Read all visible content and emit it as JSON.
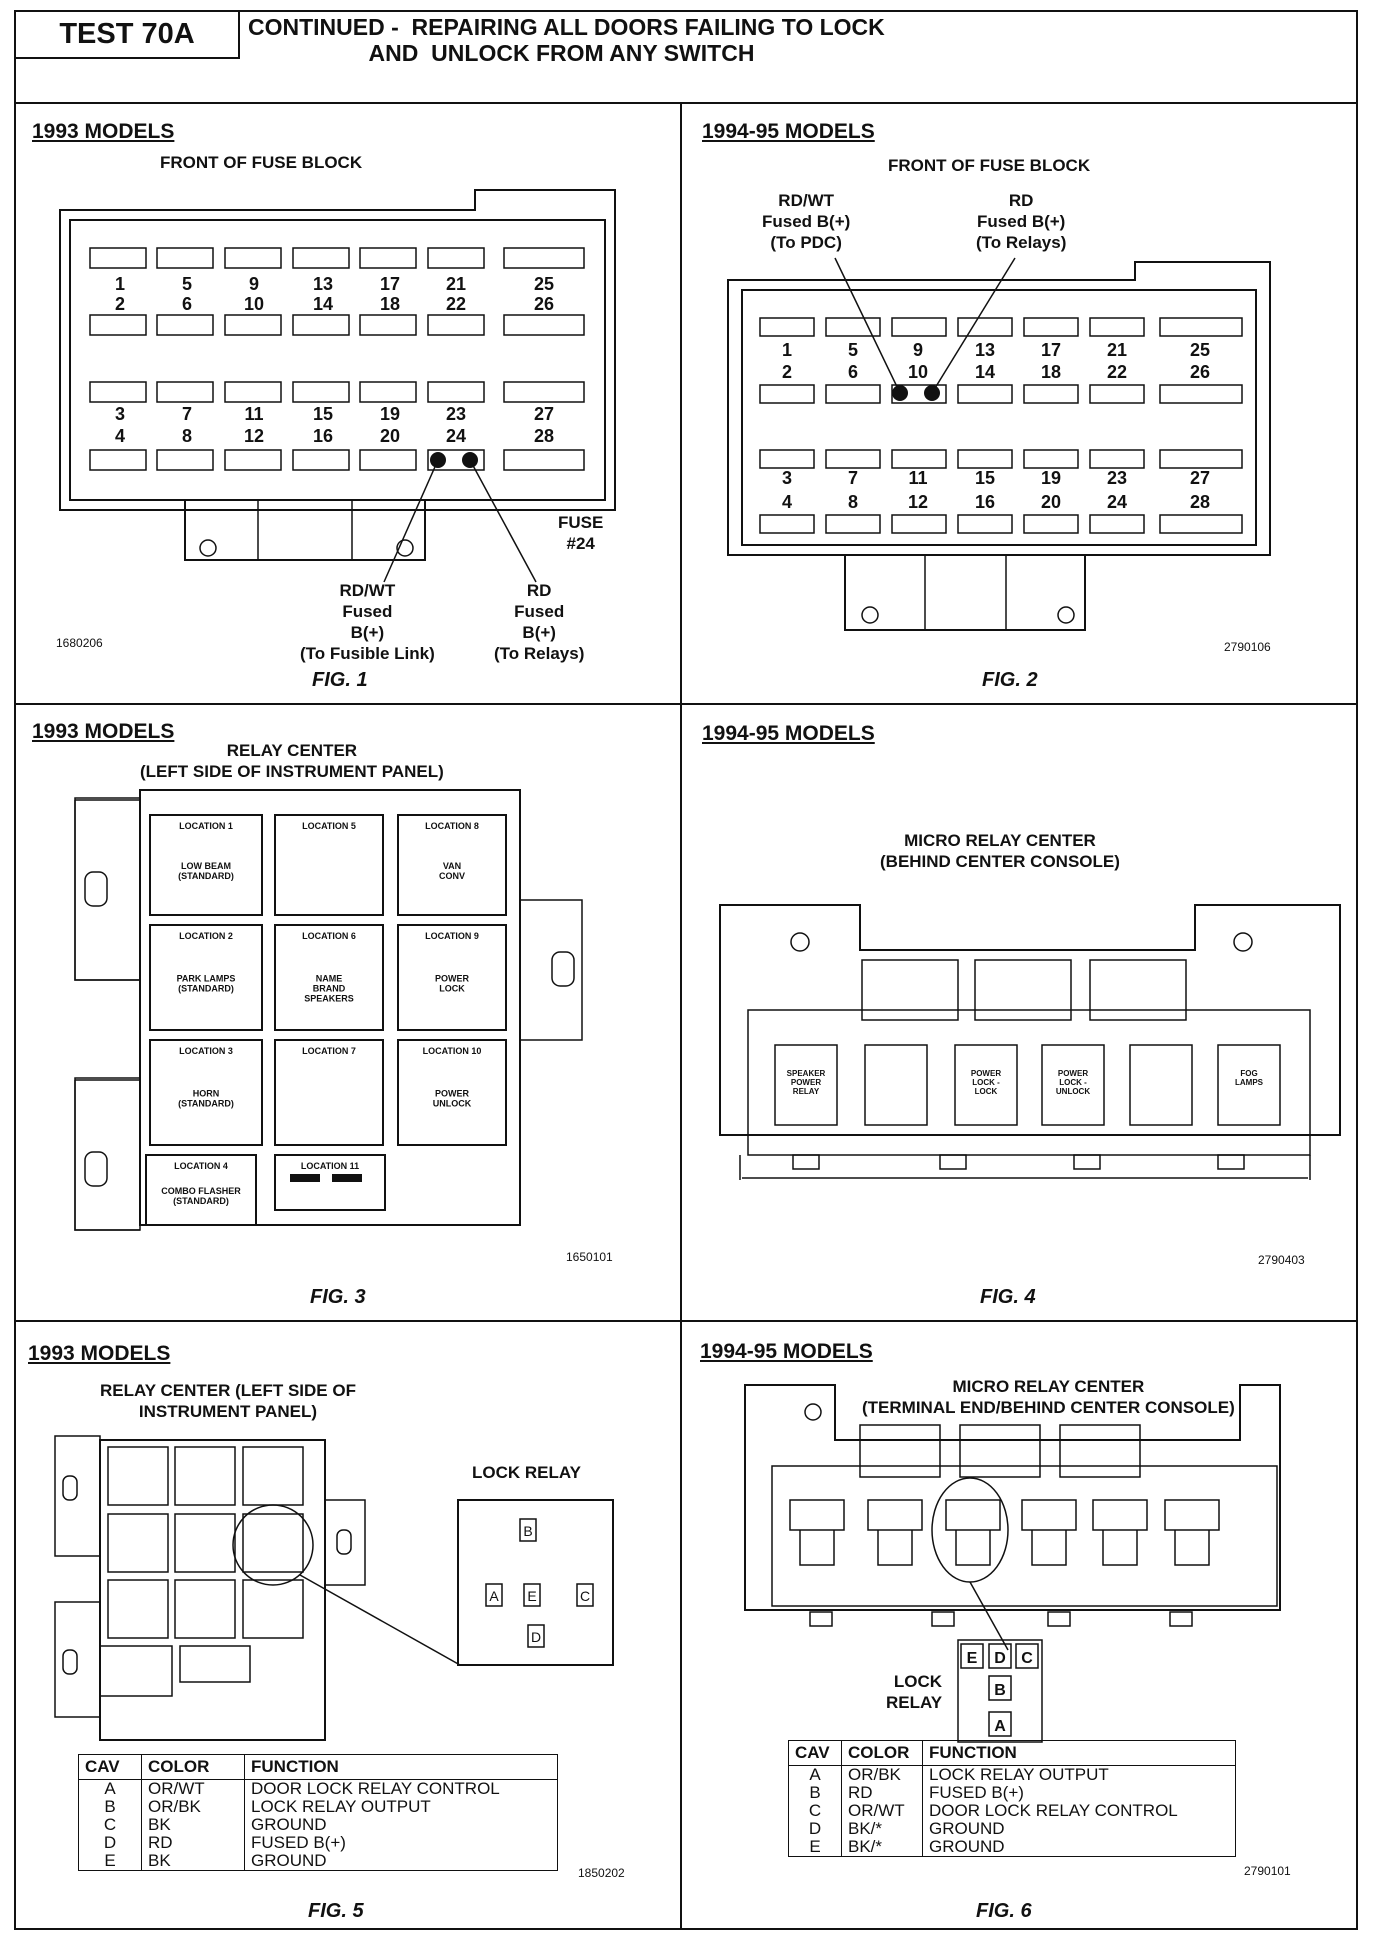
{
  "header": {
    "test": "TEST 70A",
    "title": "CONTINUED -  REPAIRING ALL DOORS FAILING TO LOCK\n                   AND  UNLOCK FROM ANY SWITCH"
  },
  "fig1": {
    "section": "1993 MODELS",
    "subtitle": "FRONT OF FUSE BLOCK",
    "fuse_rows": [
      [
        "1",
        "5",
        "9",
        "13",
        "17",
        "21",
        "25"
      ],
      [
        "2",
        "6",
        "10",
        "14",
        "18",
        "22",
        "26"
      ],
      [
        "3",
        "7",
        "11",
        "15",
        "19",
        "23",
        "27"
      ],
      [
        "4",
        "8",
        "12",
        "16",
        "20",
        "24",
        "28"
      ]
    ],
    "fuse_label": "FUSE\n#24",
    "wire_left": "RD/WT\nFused\nB(+)\n(To Fusible Link)",
    "wire_right": "RD\nFused\nB(+)\n(To Relays)",
    "code": "1680206",
    "caption": "FIG. 1"
  },
  "fig2": {
    "section": "1994-95 MODELS",
    "subtitle": "FRONT OF FUSE BLOCK",
    "wire_left": "RD/WT\nFused B(+)\n(To PDC)",
    "wire_right": "RD\nFused B(+)\n(To Relays)",
    "fuse_rows": [
      [
        "1",
        "5",
        "9",
        "13",
        "17",
        "21",
        "25"
      ],
      [
        "2",
        "6",
        "10",
        "14",
        "18",
        "22",
        "26"
      ],
      [
        "3",
        "7",
        "11",
        "15",
        "19",
        "23",
        "27"
      ],
      [
        "4",
        "8",
        "12",
        "16",
        "20",
        "24",
        "28"
      ]
    ],
    "code": "2790106",
    "caption": "FIG. 2"
  },
  "fig3": {
    "section": "1993 MODELS",
    "subtitle": "RELAY CENTER\n(LEFT SIDE OF INSTRUMENT PANEL)",
    "locations": [
      {
        "head": "LOCATION 1",
        "text": "LOW BEAM\n(STANDARD)"
      },
      {
        "head": "LOCATION 5",
        "text": ""
      },
      {
        "head": "LOCATION 8",
        "text": "VAN\nCONV"
      },
      {
        "head": "LOCATION 2",
        "text": "PARK LAMPS\n(STANDARD)"
      },
      {
        "head": "LOCATION 6",
        "text": "NAME\nBRAND\nSPEAKERS"
      },
      {
        "head": "LOCATION 9",
        "text": "POWER\nLOCK"
      },
      {
        "head": "LOCATION 3",
        "text": "HORN\n(STANDARD)"
      },
      {
        "head": "LOCATION 7",
        "text": ""
      },
      {
        "head": "LOCATION 10",
        "text": "POWER\nUNLOCK"
      },
      {
        "head": "LOCATION 4",
        "text": "COMBO FLASHER\n(STANDARD)"
      },
      {
        "head": "LOCATION 11",
        "text": ""
      }
    ],
    "code": "1650101",
    "caption": "FIG. 3"
  },
  "fig4": {
    "section": "1994-95 MODELS",
    "subtitle": "MICRO RELAY CENTER\n(BEHIND CENTER CONSOLE)",
    "relays": [
      "SPEAKER\nPOWER\nRELAY",
      "",
      "POWER\nLOCK -\nLOCK",
      "POWER\nLOCK -\nUNLOCK",
      "",
      "FOG\nLAMPS"
    ],
    "code": "2790403",
    "caption": "FIG. 4"
  },
  "fig5": {
    "section": "1993 MODELS",
    "subtitle": "RELAY CENTER (LEFT SIDE OF\nINSTRUMENT PANEL)",
    "lock_relay": "LOCK RELAY",
    "pins": [
      "A",
      "B",
      "C",
      "D",
      "E"
    ],
    "table": {
      "headers": [
        "CAV",
        "COLOR",
        "FUNCTION"
      ],
      "rows": [
        [
          "A",
          "OR/WT",
          "DOOR LOCK RELAY CONTROL"
        ],
        [
          "B",
          "OR/BK",
          "LOCK RELAY OUTPUT"
        ],
        [
          "C",
          "BK",
          "GROUND"
        ],
        [
          "D",
          "RD",
          "FUSED B(+)"
        ],
        [
          "E",
          "BK",
          "GROUND"
        ]
      ]
    },
    "code": "1850202",
    "caption": "FIG. 5"
  },
  "fig6": {
    "section": "1994-95 MODELS",
    "subtitle": "MICRO RELAY CENTER\n(TERMINAL END/BEHIND CENTER CONSOLE)",
    "lock_relay": "LOCK\nRELAY",
    "pins": [
      "E",
      "D",
      "C",
      "B",
      "A"
    ],
    "table": {
      "headers": [
        "CAV",
        "COLOR",
        "FUNCTION"
      ],
      "rows": [
        [
          "A",
          "OR/BK",
          "LOCK RELAY OUTPUT"
        ],
        [
          "B",
          "RD",
          "FUSED B(+)"
        ],
        [
          "C",
          "OR/WT",
          "DOOR LOCK RELAY CONTROL"
        ],
        [
          "D",
          "BK/*",
          "GROUND"
        ],
        [
          "E",
          "BK/*",
          "GROUND"
        ]
      ]
    },
    "code": "2790101",
    "caption": "FIG. 6"
  }
}
